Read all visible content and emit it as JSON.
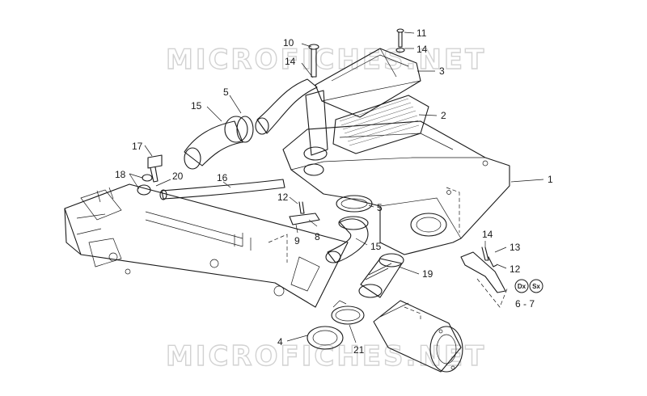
{
  "watermarks": [
    "MICROFICHES.NET",
    "MICROFICHES.NET"
  ],
  "callouts": {
    "c1": "1",
    "c2": "2",
    "c3": "3",
    "c4": "4",
    "c5a": "5",
    "c5b": "5",
    "c8": "8",
    "c9": "9",
    "c10": "10",
    "c11": "11",
    "c12a": "12",
    "c12b": "12",
    "c13": "13",
    "c14a": "14",
    "c14b": "14",
    "c14c": "14",
    "c15a": "15",
    "c15b": "15",
    "c16": "16",
    "c17": "17",
    "c18": "18",
    "c19": "19",
    "c20": "20",
    "c21": "21",
    "c67": "6 - 7"
  },
  "badges": {
    "dx": "Dx",
    "sx": "Sx"
  }
}
